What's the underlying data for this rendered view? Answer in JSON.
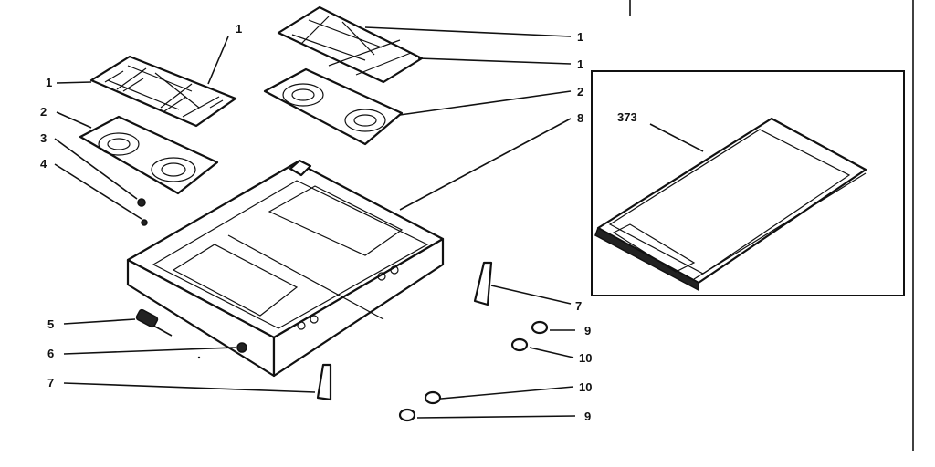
{
  "diagram": {
    "callouts": [
      {
        "id": "c1a",
        "text": "1"
      },
      {
        "id": "c1b",
        "text": "1"
      },
      {
        "id": "c1c",
        "text": "1"
      },
      {
        "id": "c1d",
        "text": "1"
      },
      {
        "id": "c2a",
        "text": "2"
      },
      {
        "id": "c2b",
        "text": "2"
      },
      {
        "id": "c3",
        "text": "3"
      },
      {
        "id": "c4",
        "text": "4"
      },
      {
        "id": "c5",
        "text": "5"
      },
      {
        "id": "c6",
        "text": "6"
      },
      {
        "id": "c7a",
        "text": "7"
      },
      {
        "id": "c7b",
        "text": "7"
      },
      {
        "id": "c8",
        "text": "8"
      },
      {
        "id": "c9a",
        "text": "9"
      },
      {
        "id": "c9b",
        "text": "9"
      },
      {
        "id": "c10a",
        "text": "10"
      },
      {
        "id": "c10b",
        "text": "10"
      },
      {
        "id": "c373",
        "text": "373"
      }
    ]
  }
}
